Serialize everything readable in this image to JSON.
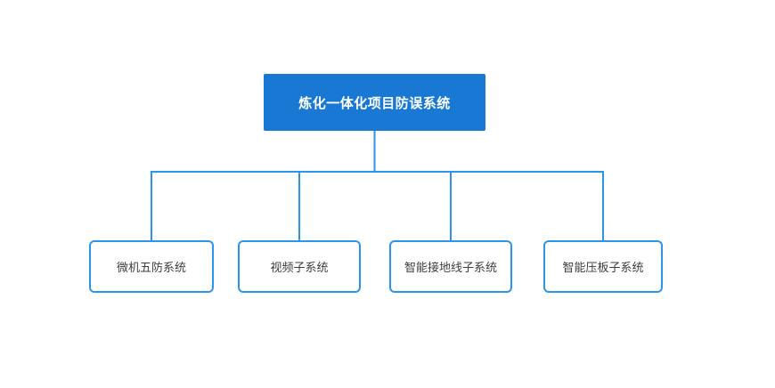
{
  "diagram": {
    "type": "org-chart",
    "root": {
      "label": "炼化一体化项目防误系统",
      "fill_color": "#1878d4",
      "text_color": "#ffffff"
    },
    "children": [
      {
        "label": "微机五防系统"
      },
      {
        "label": "视频子系统"
      },
      {
        "label": "智能接地线子系统"
      },
      {
        "label": "智能压板子系统"
      }
    ],
    "child_border_color": "#2b95ec",
    "child_text_color": "#3d3d3d",
    "connector_color": "#2b95ec",
    "background_color": "#ffffff"
  }
}
